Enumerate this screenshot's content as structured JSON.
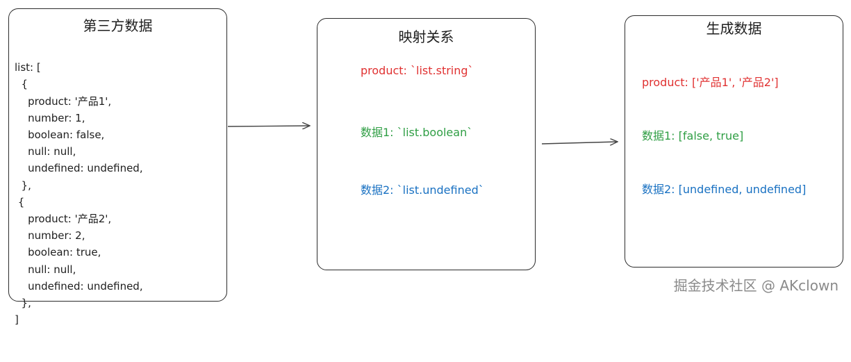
{
  "source_box": {
    "title": "第三方数据",
    "lines": [
      "list: [",
      "  {",
      "    product: '产品1',",
      "    number: 1,",
      "    boolean: false,",
      "    null: null,",
      "    undefined: undefined,",
      "  },",
      " {",
      "    product: '产品2',",
      "    number: 2,",
      "    boolean: true,",
      "    null: null,",
      "    undefined: undefined,",
      "  },",
      "]"
    ]
  },
  "mapping_box": {
    "title": "映射关系",
    "lines": [
      {
        "text": "product: `list.string`",
        "color": "#e03131"
      },
      {
        "text": "数据1: `list.boolean`",
        "color": "#2f9e44"
      },
      {
        "text": "数据2: `list.undefined`",
        "color": "#1971c2"
      }
    ]
  },
  "output_box": {
    "title": "生成数据",
    "lines": [
      {
        "text": "product: ['产品1', '产品2']",
        "color": "#e03131"
      },
      {
        "text": "数据1: [false, true]",
        "color": "#2f9e44"
      },
      {
        "text": "数据2: [undefined, undefined]",
        "color": "#1971c2"
      }
    ]
  },
  "watermark": "掘金技术社区 @ AKclown"
}
